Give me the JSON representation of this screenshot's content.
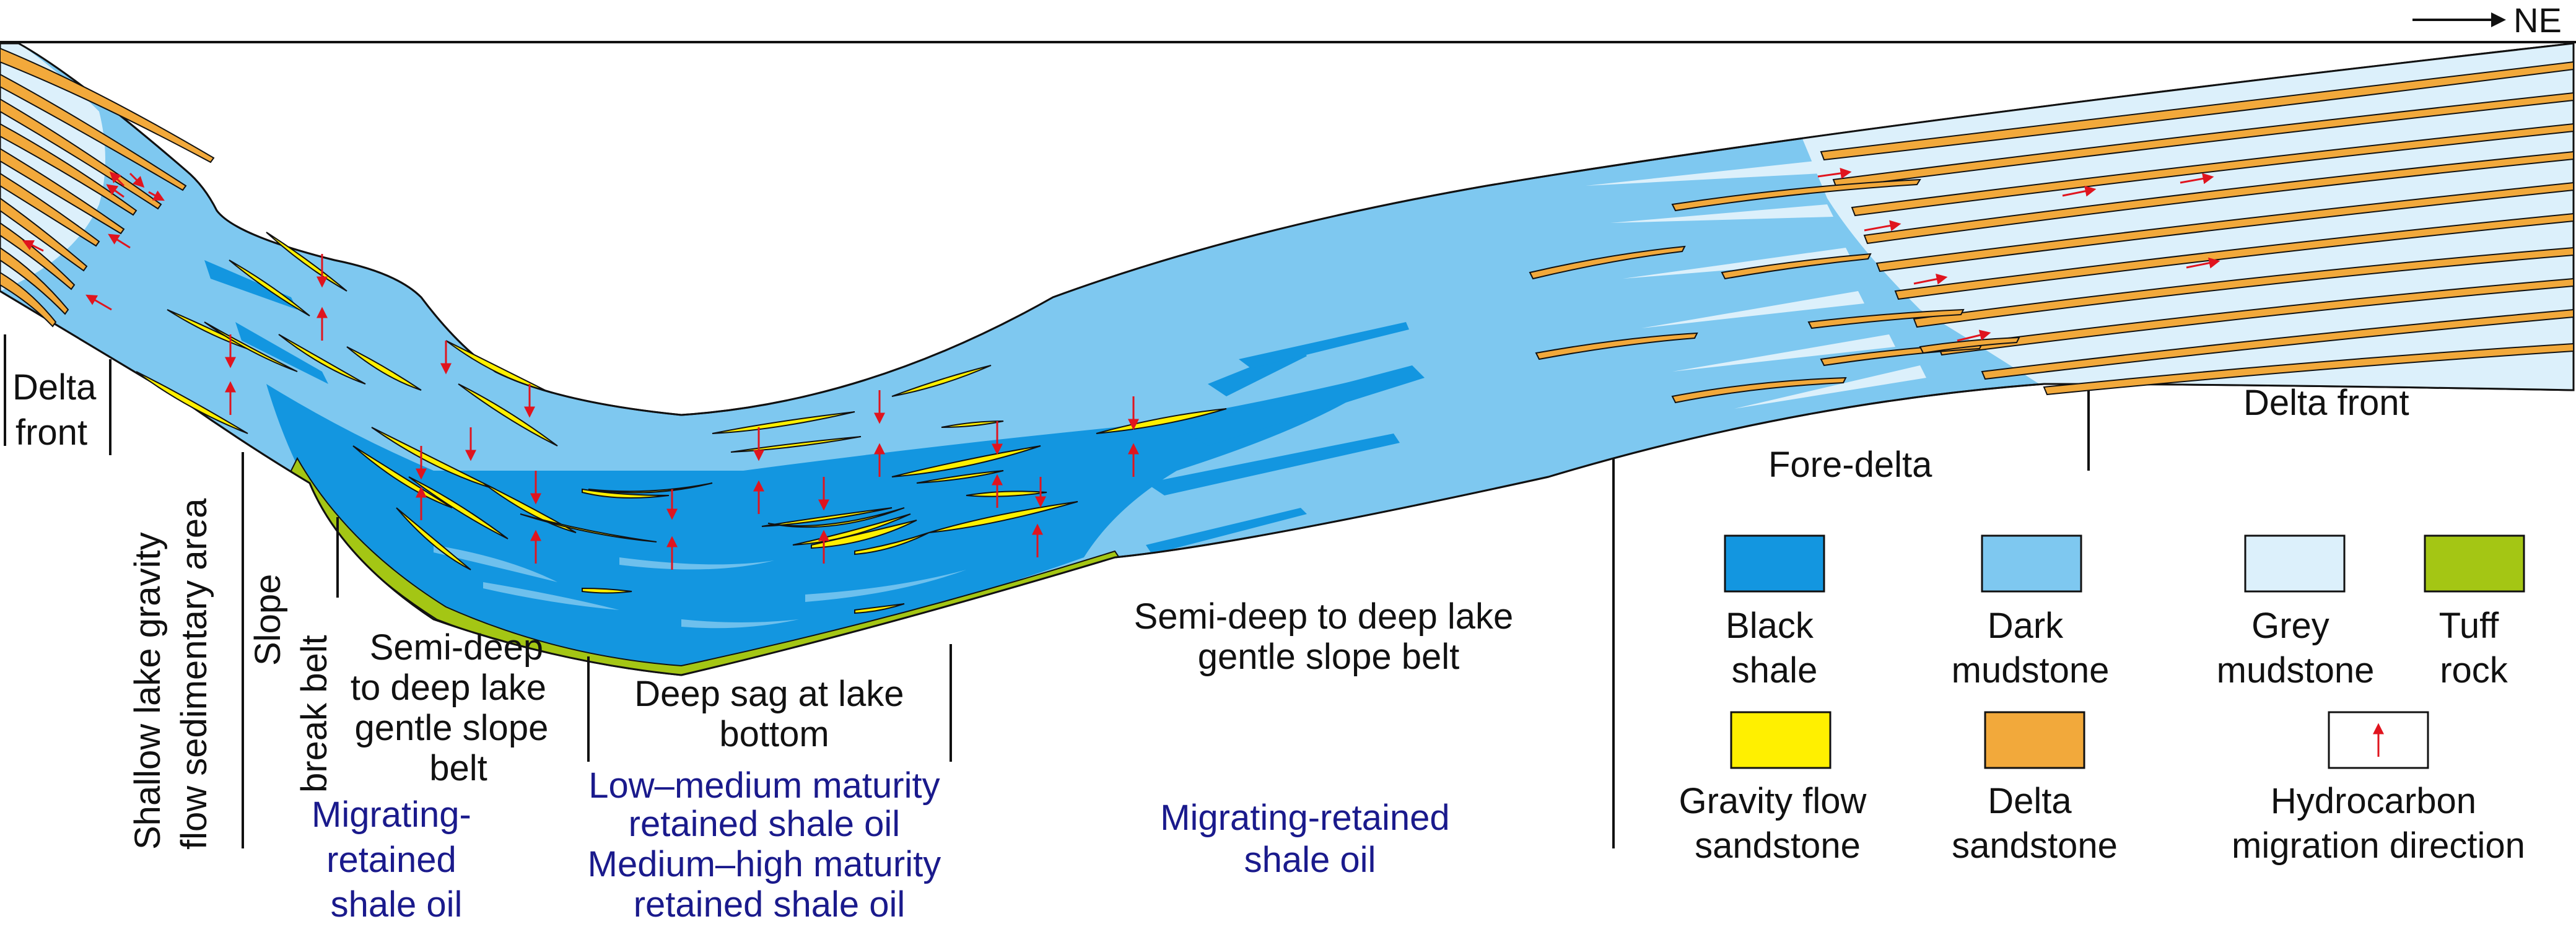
{
  "compass": {
    "label": "NE"
  },
  "zones": {
    "delta_front_left": [
      "Delta",
      "front"
    ],
    "shallow_lake": [
      "Shallow lake gravity",
      "flow sedimentary area"
    ],
    "slope_break": [
      "Slope",
      "break belt"
    ],
    "semi_deep_left": [
      "Semi-deep",
      "to deep lake",
      "gentle slope",
      "belt"
    ],
    "deep_sag": [
      "Deep sag at lake",
      "bottom"
    ],
    "semi_deep_right": [
      "Semi-deep to deep lake",
      "gentle slope belt"
    ],
    "fore_delta": "Fore-delta",
    "delta_front_right": "Delta front"
  },
  "oil_types": {
    "left": [
      "Migrating-",
      "retained",
      "shale oil"
    ],
    "middle": [
      "Low–medium maturity",
      "retained shale oil",
      "Medium–high maturity",
      "retained shale oil"
    ],
    "right": [
      "Migrating-retained",
      "shale oil"
    ]
  },
  "legend": [
    {
      "id": "black-shale",
      "label": [
        "Black",
        "shale"
      ],
      "color": "#1396e0"
    },
    {
      "id": "dark-mudstone",
      "label": [
        "Dark",
        "mudstone"
      ],
      "color": "#7ec8f0"
    },
    {
      "id": "grey-mudstone",
      "label": [
        "Grey",
        "mudstone"
      ],
      "color": "#dcf0fb"
    },
    {
      "id": "tuff-rock",
      "label": [
        "Tuff",
        "rock"
      ],
      "color": "#a4c614"
    },
    {
      "id": "gravity-flow-sandstone",
      "label": [
        "Gravity flow",
        "sandstone"
      ],
      "color": "#fff000"
    },
    {
      "id": "delta-sandstone",
      "label": [
        "Delta",
        "sandstone"
      ],
      "color": "#f2a93b"
    },
    {
      "id": "hydrocarbon-migration",
      "label": [
        "Hydrocarbon",
        "migration direction"
      ],
      "color": "#e0141e",
      "icon": "up-arrow-icon"
    }
  ]
}
